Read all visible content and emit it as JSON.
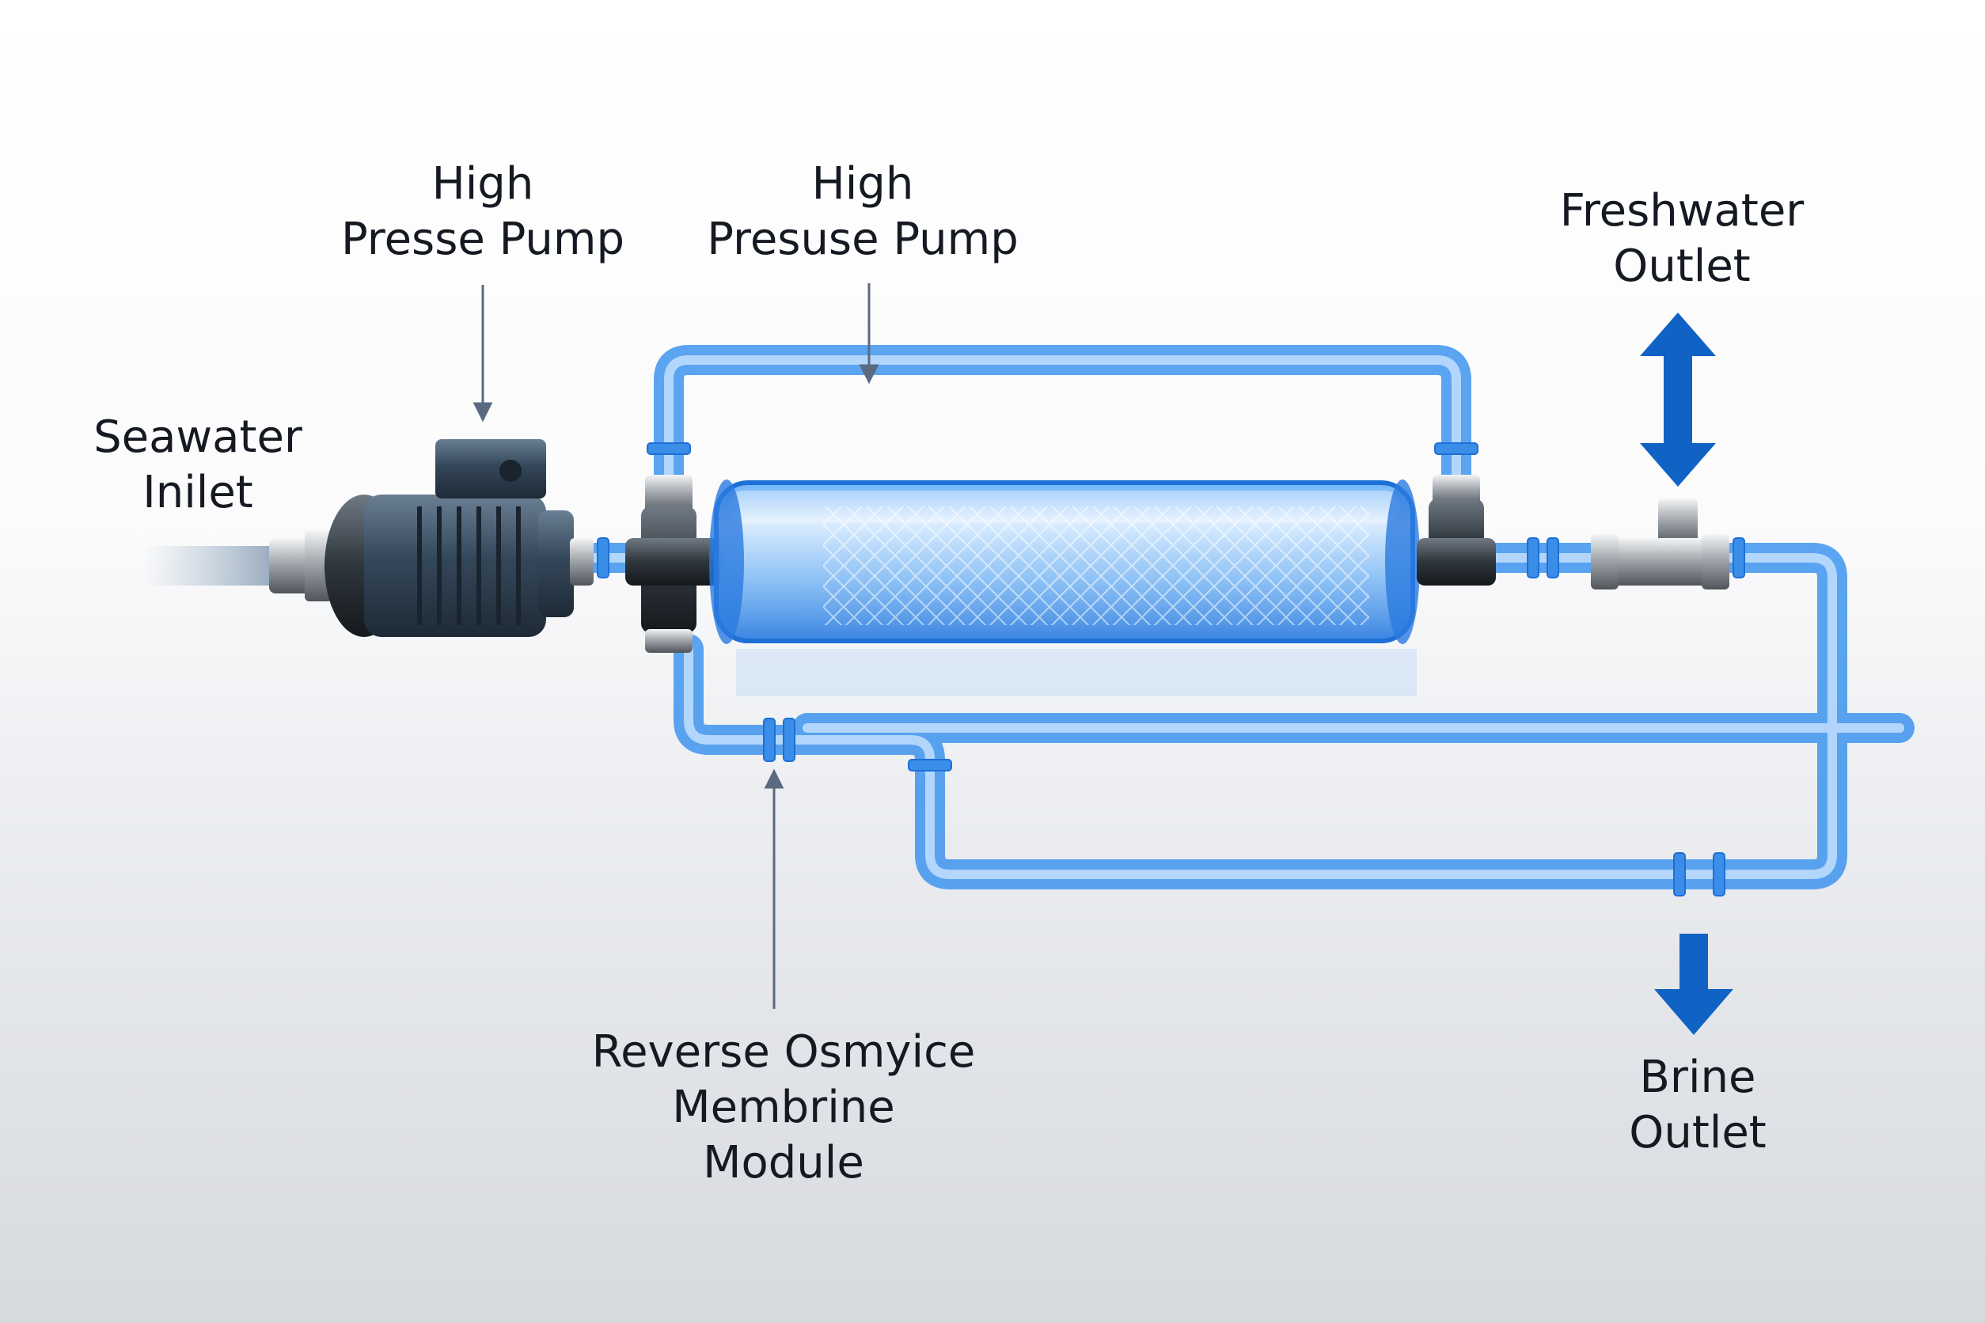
{
  "labels": {
    "seawater_inlet": [
      "Seawater",
      "Inilet"
    ],
    "pump_label_1": [
      "High",
      "Presse Pump"
    ],
    "pump_label_2": [
      "High",
      "Presuse Pump"
    ],
    "freshwater_outlet": [
      "Freshwater",
      "Outlet"
    ],
    "membrane_module": [
      "Reverse Osmyice",
      "Membrine",
      "Module"
    ],
    "brine_outlet": [
      "Brine",
      "Outlet"
    ]
  },
  "colors": {
    "pipe": "#4aa3f2",
    "pipe_edge": "#1e6fd6",
    "arrow": "#1063c4",
    "pump_body": "#3b4b5c",
    "text": "#151a22"
  },
  "icons": {
    "pump": "electric-motor-pump-icon",
    "membrane": "membrane-cylinder-icon",
    "freshwater_arrow": "double-arrow-vertical-icon",
    "brine_arrow": "arrow-down-icon"
  }
}
